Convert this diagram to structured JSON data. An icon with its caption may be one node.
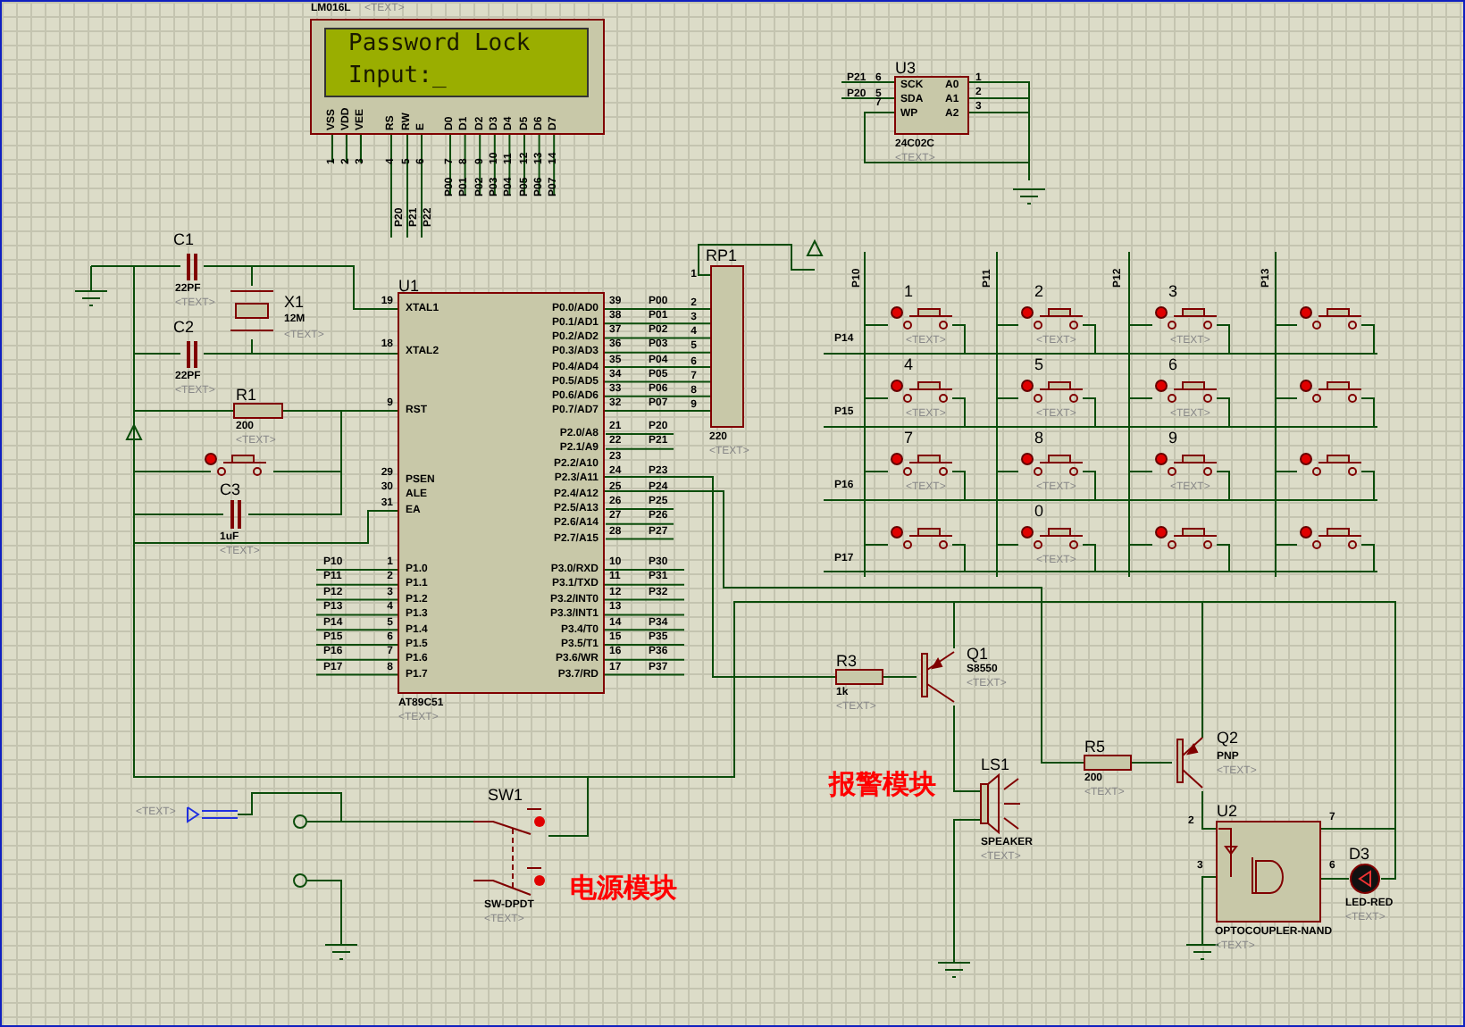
{
  "diagram": {
    "nodes": [
      {
        "text": [
          "Password Lock",
          "Input:_",
          "VSS",
          "VDD",
          "VEE",
          "RS",
          "RW",
          "E",
          "D0",
          "D1",
          "D2",
          "D3",
          "D4",
          "D5",
          "D6",
          "D7"
        ],
        "beside": [
          "LM016L",
          "<TEXT>",
          "1",
          "2",
          "3",
          "4",
          "5",
          "6",
          "7",
          "8",
          "9",
          "10",
          "11",
          "12",
          "13",
          "14",
          "P00",
          "P01",
          "P02",
          "P03",
          "P04",
          "P05",
          "P06",
          "P07",
          "P20",
          "P21",
          "P22"
        ]
      },
      {
        "text": [
          "U3",
          "SCK",
          "SDA",
          "WP",
          "A0",
          "A1",
          "A2"
        ],
        "beside": [
          "P21",
          "6",
          "P20",
          "5",
          "7",
          "1",
          "2",
          "3",
          "24C02C",
          "<TEXT>"
        ]
      },
      {
        "text": [
          "RP1"
        ],
        "beside": [
          "1",
          "2",
          "3",
          "4",
          "5",
          "6",
          "7",
          "8",
          "9",
          "220",
          "<TEXT>"
        ]
      },
      {
        "text": [
          "C1",
          "22PF"
        ],
        "beside": [
          "<TEXT>"
        ]
      },
      {
        "text": [
          "X1",
          "12M"
        ],
        "beside": [
          "<TEXT>"
        ]
      },
      {
        "text": [
          "C2",
          "22PF"
        ],
        "beside": [
          "<TEXT>"
        ]
      },
      {
        "text": [
          "U1",
          "XTAL1",
          "XTAL2",
          "RST",
          "PSEN",
          "ALE",
          "EA",
          "P1.0",
          "P1.1",
          "P1.2",
          "P1.3",
          "P1.4",
          "P1.5",
          "P1.6",
          "P1.7",
          "P0.0/AD0",
          "P0.1/AD1",
          "P0.2/AD2",
          "P0.3/AD3",
          "P0.4/AD4",
          "P0.5/AD5",
          "P0.6/AD6",
          "P0.7/AD7",
          "P2.0/A8",
          "P2.1/A9",
          "P2.2/A10",
          "P2.3/A11",
          "P2.4/A12",
          "P2.5/A13",
          "P2.6/A14",
          "P2.7/A15",
          "P3.0/RXD",
          "P3.1/TXD",
          "P3.2/INT0",
          "P3.3/INT1",
          "P3.4/T0",
          "P3.5/T1",
          "P3.6/WR",
          "P3.7/RD"
        ],
        "beside": [
          "19",
          "18",
          "9",
          "29",
          "30",
          "31",
          "1",
          "2",
          "3",
          "4",
          "5",
          "6",
          "7",
          "8",
          "39",
          "38",
          "37",
          "36",
          "35",
          "34",
          "33",
          "32",
          "21",
          "22",
          "23",
          "24",
          "25",
          "26",
          "27",
          "28",
          "10",
          "11",
          "12",
          "13",
          "14",
          "15",
          "16",
          "17",
          "P10",
          "P11",
          "P12",
          "P13",
          "P14",
          "P15",
          "P16",
          "P17",
          "P00",
          "P01",
          "P02",
          "P03",
          "P04",
          "P05",
          "P06",
          "P07",
          "P20",
          "P21",
          "P23",
          "P24",
          "P25",
          "P26",
          "P27",
          "P30",
          "P31",
          "P32",
          "P34",
          "P35",
          "P36",
          "P37",
          "AT89C51",
          "<TEXT>"
        ]
      },
      {
        "text": [
          "R1",
          "200"
        ],
        "beside": [
          "<TEXT>"
        ]
      },
      {
        "text": [],
        "shape": "switch"
      },
      {
        "text": [
          "C3",
          "1uF"
        ],
        "beside": [
          "<TEXT>"
        ]
      },
      {
        "text": [
          "1"
        ],
        "beside": [
          "<TEXT>"
        ]
      },
      {
        "text": [
          "2"
        ],
        "beside": [
          "<TEXT>"
        ]
      },
      {
        "text": [
          "3"
        ],
        "beside": [
          "<TEXT>"
        ]
      },
      {
        "text": [],
        "shape": "switch"
      },
      {
        "text": [
          "4"
        ],
        "beside": [
          "<TEXT>"
        ]
      },
      {
        "text": [
          "5"
        ],
        "beside": [
          "<TEXT>"
        ]
      },
      {
        "text": [
          "6"
        ],
        "beside": [
          "<TEXT>"
        ]
      },
      {
        "text": [],
        "shape": "switch"
      },
      {
        "text": [
          "7"
        ],
        "beside": [
          "<TEXT>"
        ]
      },
      {
        "text": [
          "8"
        ],
        "beside": [
          "<TEXT>"
        ]
      },
      {
        "text": [
          "9"
        ],
        "beside": [
          "<TEXT>"
        ]
      },
      {
        "text": [],
        "shape": "switch"
      },
      {
        "text": [],
        "shape": "switch"
      },
      {
        "text": [
          "0"
        ],
        "beside": [
          "<TEXT>"
        ]
      },
      {
        "text": [],
        "shape": "switch"
      },
      {
        "text": [],
        "shape": "switch"
      },
      {
        "text": [
          "Q1",
          "S8550",
          "<TEXT>"
        ]
      },
      {
        "text": [
          "R3",
          "1k"
        ],
        "beside": [
          "<TEXT>"
        ]
      },
      {
        "text": [
          "R5",
          "200"
        ],
        "beside": [
          "<TEXT>"
        ]
      },
      {
        "text": [
          "Q2",
          "PNP",
          "<TEXT>"
        ]
      },
      {
        "text": [
          "LS1",
          "SPEAKER"
        ],
        "beside": [
          "<TEXT>"
        ]
      },
      {
        "text": [
          "U2"
        ],
        "beside": [
          "2",
          "3",
          "7",
          "6",
          "OPTOCOUPLER-NAND",
          "<TEXT>"
        ]
      },
      {
        "text": [
          "D3",
          "LED-RED"
        ],
        "beside": [
          "<TEXT>"
        ]
      },
      {
        "text": [
          "SW1",
          "SW-DPDT"
        ],
        "beside": [
          "<TEXT>"
        ]
      },
      {
        "text": [],
        "shape": "circle"
      },
      {
        "text": [],
        "shape": "circle"
      }
    ],
    "edges": [
      {
        "from": 3,
        "to": 4,
        "arrow": "none"
      },
      {
        "from": 3,
        "to": 6,
        "arrow": "none"
      },
      {
        "from": 5,
        "to": 4,
        "arrow": "none"
      },
      {
        "from": 5,
        "to": 6,
        "arrow": "none"
      },
      {
        "from": 7,
        "to": 6,
        "arrow": "none"
      },
      {
        "from": 8,
        "to": 6,
        "arrow": "none"
      },
      {
        "from": 9,
        "to": 6,
        "arrow": "none"
      },
      {
        "from": 6,
        "to": 2,
        "arrow": "none"
      },
      {
        "from": 6,
        "to": 27,
        "arrow": "none"
      },
      {
        "from": 27,
        "to": 26,
        "arrow": "none"
      },
      {
        "from": 26,
        "to": 30,
        "arrow": "none"
      },
      {
        "from": 6,
        "to": 28,
        "arrow": "none"
      },
      {
        "from": 28,
        "to": 29,
        "arrow": "none"
      },
      {
        "from": 29,
        "to": 31,
        "arrow": "none"
      },
      {
        "from": 31,
        "to": 32,
        "arrow": "none"
      },
      {
        "from": 33,
        "to": 26,
        "arrow": "none"
      },
      {
        "from": 34,
        "to": 33,
        "arrow": "none"
      },
      {
        "from": 6,
        "to": 2,
        "arrow": "none"
      },
      {
        "from": 6,
        "to": 2,
        "arrow": "none"
      },
      {
        "from": 6,
        "to": 2,
        "arrow": "none"
      },
      {
        "from": 6,
        "to": 2,
        "arrow": "none"
      },
      {
        "from": 6,
        "to": 2,
        "arrow": "none"
      },
      {
        "from": 6,
        "to": 2,
        "arrow": "none"
      },
      {
        "from": 6,
        "to": 2,
        "arrow": "none"
      },
      {
        "from": 10,
        "to": 11,
        "arrow": "none"
      },
      {
        "from": 11,
        "to": 12,
        "arrow": "none"
      },
      {
        "from": 12,
        "to": 13,
        "arrow": "none"
      },
      {
        "from": 14,
        "to": 15,
        "arrow": "none"
      },
      {
        "from": 15,
        "to": 16,
        "arrow": "none"
      },
      {
        "from": 16,
        "to": 17,
        "arrow": "none"
      },
      {
        "from": 18,
        "to": 19,
        "arrow": "none"
      },
      {
        "from": 19,
        "to": 20,
        "arrow": "none"
      },
      {
        "from": 20,
        "to": 21,
        "arrow": "none"
      },
      {
        "from": 22,
        "to": 23,
        "arrow": "none"
      },
      {
        "from": 23,
        "to": 24,
        "arrow": "none"
      },
      {
        "from": 24,
        "to": 25,
        "arrow": "none"
      },
      {
        "from": 10,
        "to": 14,
        "arrow": "none"
      },
      {
        "from": 14,
        "to": 18,
        "arrow": "none"
      },
      {
        "from": 18,
        "to": 22,
        "arrow": "none"
      },
      {
        "from": 11,
        "to": 15,
        "arrow": "none"
      },
      {
        "from": 15,
        "to": 19,
        "arrow": "none"
      },
      {
        "from": 19,
        "to": 23,
        "arrow": "none"
      },
      {
        "from": 12,
        "to": 16,
        "arrow": "none"
      },
      {
        "from": 16,
        "to": 20,
        "arrow": "none"
      },
      {
        "from": 20,
        "to": 24,
        "arrow": "none"
      },
      {
        "from": 13,
        "to": 17,
        "arrow": "none"
      },
      {
        "from": 17,
        "to": 21,
        "arrow": "none"
      },
      {
        "from": 21,
        "to": 25,
        "arrow": "none"
      }
    ],
    "labels": [
      "P10",
      "P11",
      "P12",
      "P13",
      "P14",
      "P15",
      "P16",
      "P17",
      "<TEXT>",
      "报警模块",
      "电源模块"
    ]
  }
}
